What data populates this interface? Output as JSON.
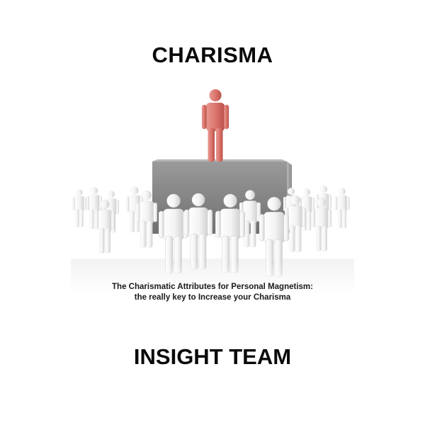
{
  "cover": {
    "title": "CHARISMA",
    "subtitle_line1": "The Charismatic Attributes for Personal Magnetism:",
    "subtitle_line2": "the really key to Increase your Charisma",
    "author": "INSIGHT TEAM"
  },
  "colors": {
    "background": "#ffffff",
    "leader_figure": "#d9726c",
    "crowd_figure": "#f2f2f2",
    "podium": "#8f8f8f",
    "text": "#0a0a0a"
  }
}
